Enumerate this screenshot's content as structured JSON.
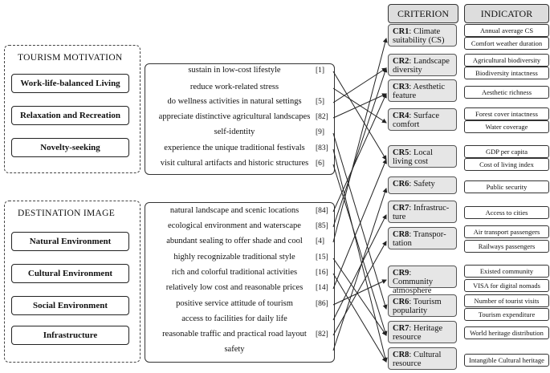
{
  "headers": {
    "criterion": "CRITERION",
    "indicator": "INDICATOR"
  },
  "motivation": {
    "title": "TOURISM MOTIVATION",
    "categories": [
      "Work-life-balanced Living",
      "Relaxation and Recreation",
      "Novelty-seeking"
    ],
    "items": [
      {
        "text": "sustain in low-cost lifestyle",
        "ref": "[1]"
      },
      {
        "text": "reduce work-related stress",
        "ref": ""
      },
      {
        "text": "do wellness activities in natural settings",
        "ref": "[5]"
      },
      {
        "text": "appreciate distinctive agricultural landscapes",
        "ref": "[82]"
      },
      {
        "text": "self-identity",
        "ref": "[9]"
      },
      {
        "text": "experience the unique traditional festivals",
        "ref": "[83]"
      },
      {
        "text": "visit cultural artifacts and historic structures",
        "ref": "[6]"
      }
    ]
  },
  "image": {
    "title": "DESTINATION IMAGE",
    "categories": [
      "Natural Environment",
      "Cultural Environment",
      "Social Environment",
      "Infrastructure"
    ],
    "items": [
      {
        "text": "natural landscape and scenic locations",
        "ref": "[84]"
      },
      {
        "text": "ecological environment and waterscape",
        "ref": "[85]"
      },
      {
        "text": "abundant sealing to offer shade and cool",
        "ref": "[4]"
      },
      {
        "text": "highly recognizable traditional style",
        "ref": "[15]"
      },
      {
        "text": "rich and colorful traditional activities",
        "ref": "[16]"
      },
      {
        "text": "relatively low cost and reasonable prices",
        "ref": "[14]"
      },
      {
        "text": "positive service attitude of tourism",
        "ref": "[86]"
      },
      {
        "text": "access to facilities for daily life",
        "ref": ""
      },
      {
        "text": "reasonable traffic and practical road layout",
        "ref": "[82]"
      },
      {
        "text": "safety",
        "ref": ""
      }
    ]
  },
  "criteria": [
    {
      "code": "CR1",
      "name": ": Climate suitability (CS)"
    },
    {
      "code": "CR2",
      "name": ": Landscape diversity"
    },
    {
      "code": "CR3",
      "name": ": Aesthetic feature"
    },
    {
      "code": "CR4",
      "name": ": Surface comfort"
    },
    {
      "code": "CR5",
      "name": ": Local living cost"
    },
    {
      "code": "CR6",
      "name": ": Safety"
    },
    {
      "code": "CR7",
      "name": ": Infrastruc-ture"
    },
    {
      "code": "CR8",
      "name": ": Transpor-tation"
    },
    {
      "code": "CR9",
      "name": ": Community atmosphere"
    },
    {
      "code": "CR6",
      "name": ": Tourism popularity"
    },
    {
      "code": "CR7",
      "name": ": Heritage resource"
    },
    {
      "code": "CR8",
      "name": ": Cultural resource"
    }
  ],
  "indicators": [
    "Annual average CS",
    "Comfort weather duration",
    "Agricultural biodiversity",
    "Biodiversity intactness",
    "Aesthetic richness",
    "Forest cover intactness",
    "Water coverage",
    "GDP per capita",
    "Cost of living index",
    "Public security",
    "Access to cities",
    "Air transport passengers",
    "Railways passengers",
    "Existed community",
    "VISA for digital nomads",
    "Number of tourist visits",
    "Tourism expenditure",
    "World heritage distribution",
    "Intangible Cultural heritage"
  ]
}
